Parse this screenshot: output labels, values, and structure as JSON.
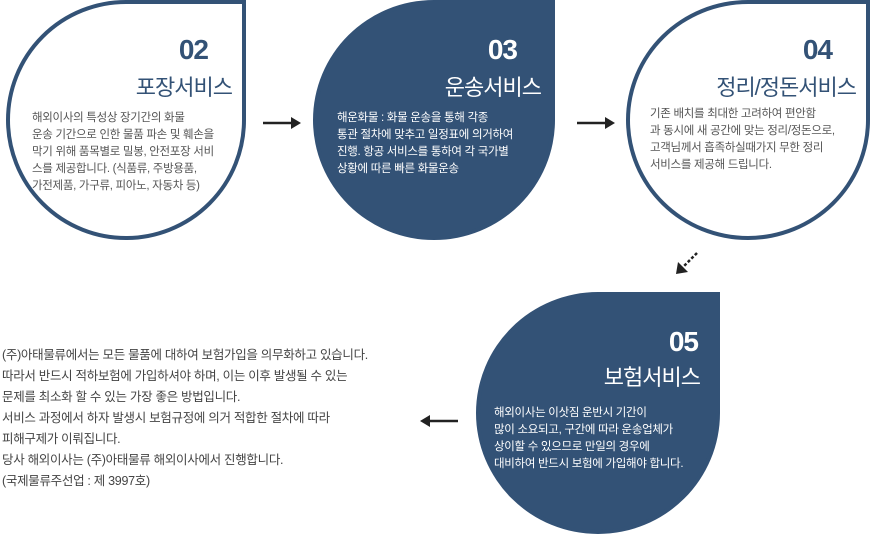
{
  "steps": [
    {
      "number": "02",
      "title": "포장서비스",
      "lines": [
        "해외이사의 특성상 장기간의 화물",
        "운송 기간으로 인한 물품 파손 및 훼손을",
        "막기 위해 품목별로 밀봉, 안전포장 서비",
        "스를 제공합니다. (식품류, 주방용품,",
        "가전제품, 가구류, 피아노, 자동차 등)"
      ]
    },
    {
      "number": "03",
      "title": "운송서비스",
      "lines": [
        "해운화물 : 화물 운송을 통해 각종",
        "통관 절차에 맞추고 일정표에 의거하여",
        "진행. 항공 서비스를 통하여 각 국가별",
        "상황에 따른 빠른 화물운송"
      ]
    },
    {
      "number": "04",
      "title": "정리/정돈서비스",
      "lines": [
        "기존 배치를 최대한 고려하여 편안함",
        "과 동시에 새 공간에 맞는 정리/정돈으로,",
        "고객님께서 흡족하실때가지 무한 정리",
        "서비스를 제공해 드립니다."
      ]
    },
    {
      "number": "05",
      "title": "보험서비스",
      "lines": [
        "해외이사는 이삿짐 운반시 기간이",
        "많이 소요되고, 구간에 따라 운송업체가",
        "상이할 수 있으므로 만일의 경우에",
        "대비하여 반드시 보험에 가입해야 합니다."
      ]
    }
  ],
  "insurance_note": {
    "lines": [
      "(주)아태물류에서는 모든 물품에 대하여 보험가입을 의무화하고 있습니다.",
      "따라서 반드시 적하보험에 가입하셔야 하며, 이는 이후 발생될 수 있는",
      "문제를 최소화 할 수 있는 가장 좋은 방법입니다.",
      "서비스 과정에서 하자 발생시 보험규정에 의거 적합한 절차에 따라",
      "피해구제가 이뤄집니다.",
      "당사 해외이사는 (주)아태물류 해외이사에서 진행합니다.",
      "(국제물류주선업 : 제 3997호)"
    ]
  },
  "colors": {
    "brand_navy": "#335276",
    "text_gray": "#555555",
    "arrow": "#222222"
  },
  "icons": [
    "arrow-right-icon",
    "arrow-down-left-icon",
    "arrow-left-icon"
  ]
}
